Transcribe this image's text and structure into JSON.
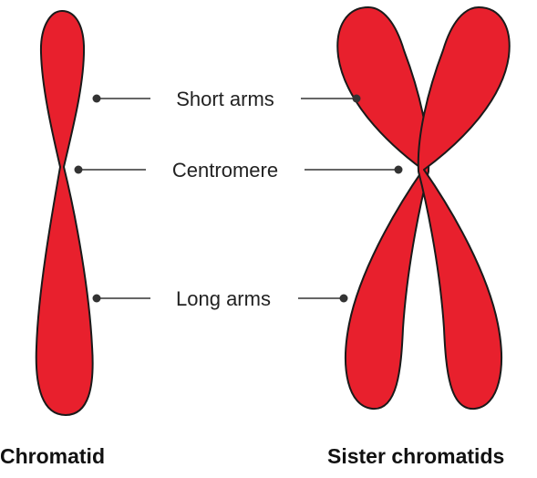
{
  "labels": {
    "short_arms": "Short arms",
    "centromere": "Centromere",
    "long_arms": "Long arms"
  },
  "captions": {
    "chromatid": "Chromatid",
    "sister_chromatids": "Sister chromatids"
  },
  "colors": {
    "chromosome_fill": "#e8202d",
    "outline": "#1a1a1a",
    "leader": "#333333"
  }
}
